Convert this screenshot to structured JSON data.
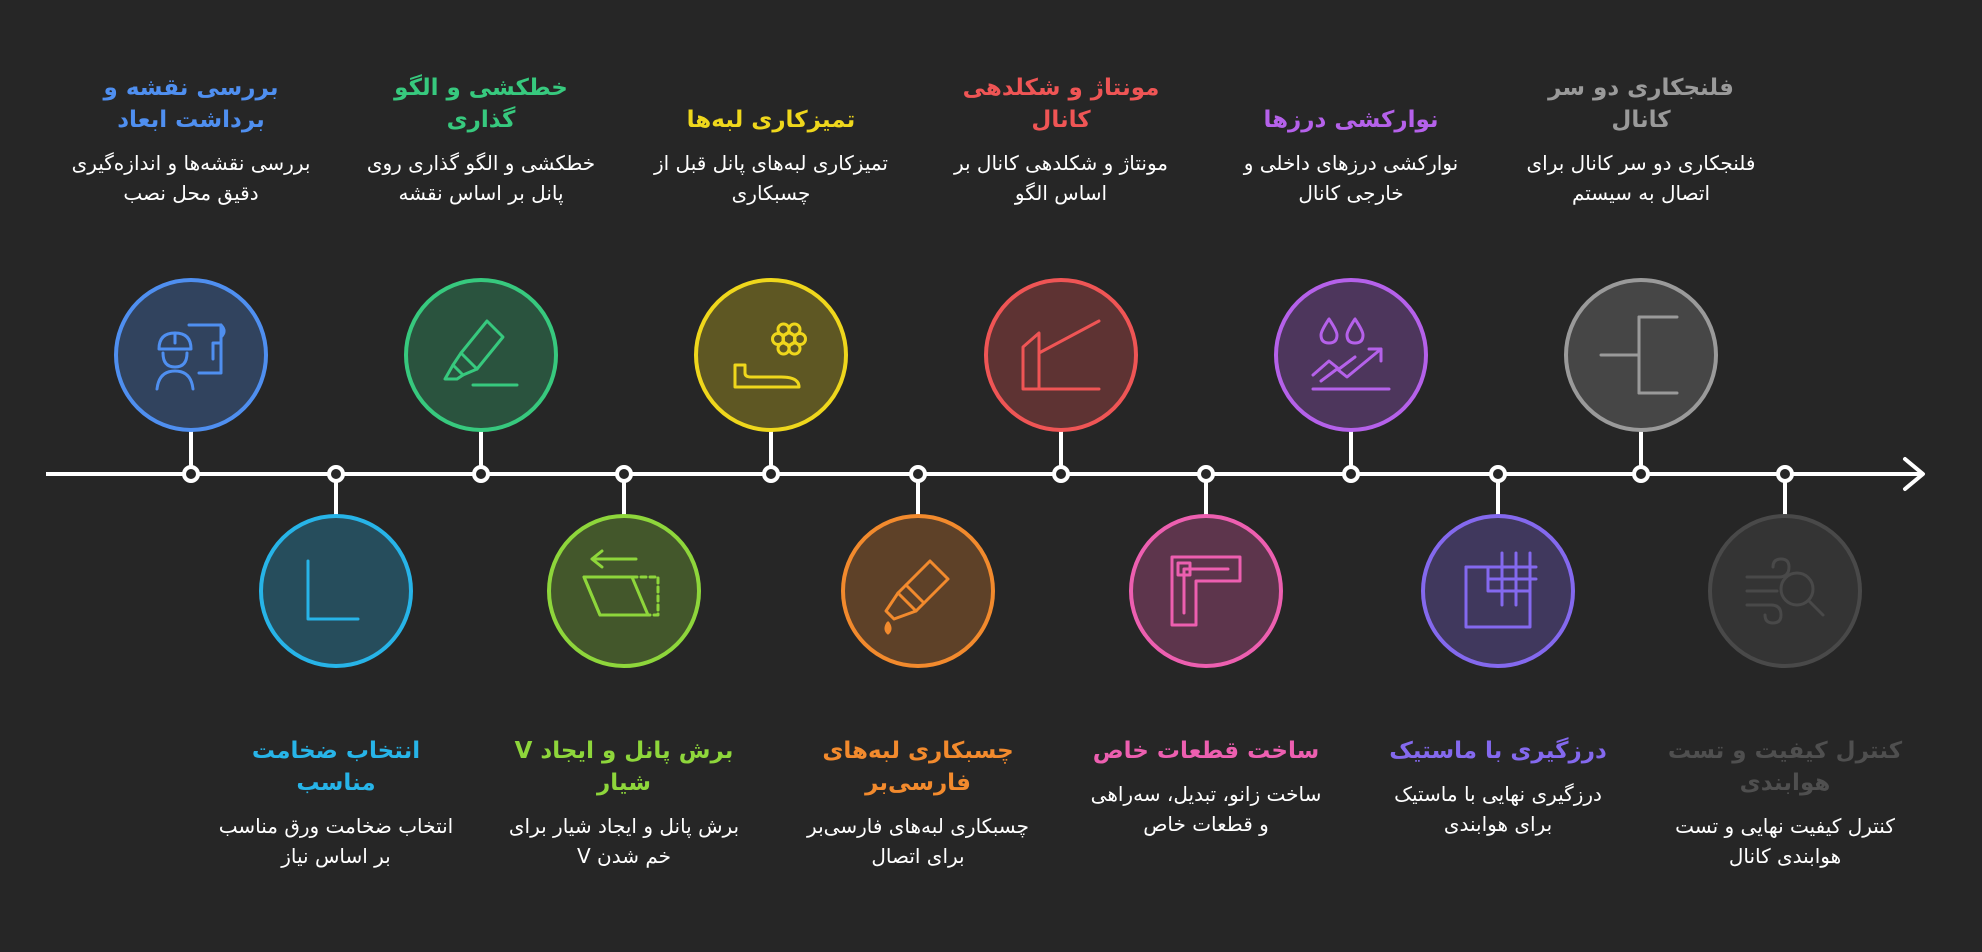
{
  "steps": [
    {
      "title": "بررسی نقشه و برداشت ابعاد",
      "desc": "بررسی نقشه‌ها و اندازه‌گیری دقیق محل نصب",
      "color": "#4f8ff0",
      "icon": "engineer-blueprint-icon",
      "row": "top"
    },
    {
      "title": "انتخاب ضخامت مناسب",
      "desc": "انتخاب ضخامت ورق مناسب بر اساس نیاز",
      "color": "#27b4e8",
      "icon": "corner-angle-icon",
      "row": "bottom"
    },
    {
      "title": "خطکشی و الگو گذاری",
      "desc": "خطکشی و الگو گذاری روی پانل بر اساس نقشه",
      "color": "#37c97e",
      "icon": "highlighter-icon",
      "row": "top"
    },
    {
      "title": "برش پانل و ایجاد V شیار",
      "desc": "برش پانل و ایجاد شیار برای خم شدن V",
      "color": "#8ed63b",
      "icon": "panel-cut-icon",
      "row": "bottom"
    },
    {
      "title": "تمیزکاری لبه‌ها",
      "desc": "تمیزکاری لبه‌های پانل قبل از چسبکاری",
      "color": "#efd71c",
      "icon": "edge-cleaning-icon",
      "row": "top"
    },
    {
      "title": "چسبکاری لبه‌های فارسی‌بر",
      "desc": "چسبکاری لبه‌های فارسی‌بر برای اتصال",
      "color": "#f28a2d",
      "icon": "glue-bottle-icon",
      "row": "bottom"
    },
    {
      "title": "مونتاژ و شکلدهی کانال",
      "desc": "مونتاژ و شکلدهی کانال بر اساس الگو",
      "color": "#ef5555",
      "icon": "duct-shape-icon",
      "row": "top"
    },
    {
      "title": "ساخت قطعات خاص",
      "desc": "ساخت زانو، تبدیل، سه‌راهی و قطعات خاص",
      "color": "#ed5fb0",
      "icon": "elbow-fitting-icon",
      "row": "bottom"
    },
    {
      "title": "نوارکشی درزها",
      "desc": "نوارکشی درزهای داخلی و خارجی کانال",
      "color": "#b561ea",
      "icon": "seal-drops-icon",
      "row": "top"
    },
    {
      "title": "درزگیری با ماستیک",
      "desc": "درزگیری نهایی با ماستیک برای هوابندی",
      "color": "#8469ee",
      "icon": "mastic-grid-icon",
      "row": "bottom"
    },
    {
      "title": "فلنجکاری دو سر کانال",
      "desc": "فلنجکاری دو سر کانال برای اتصال به سیستم",
      "color": "#9a9a9a",
      "icon": "flange-icon",
      "row": "top"
    },
    {
      "title": "کنترل کیفیت و تست هوابندی",
      "desc": "کنترل کیفیت نهایی و تست هوابندی کانال",
      "color": "#4b4b4b",
      "icon": "air-inspection-icon",
      "row": "bottom"
    }
  ]
}
